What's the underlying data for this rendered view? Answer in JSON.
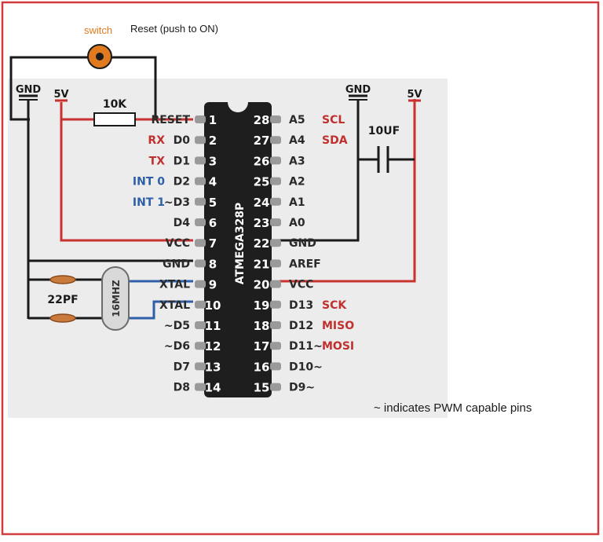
{
  "switch_label": "switch",
  "reset_label": "Reset (push to ON)",
  "resistor_label": "10K",
  "cap_label": "10UF",
  "crystal_label": "16MHZ",
  "caps_label": "22PF",
  "chip_name": "ATMEGA328P",
  "pwm_note": "~ indicates PWM capable pins",
  "power": {
    "left_gnd": "GND",
    "left_5v": "5V",
    "right_gnd": "GND",
    "right_5v": "5V"
  },
  "left_pins": [
    {
      "num": "1",
      "label": "RESET",
      "func": ""
    },
    {
      "num": "2",
      "label": "D0",
      "func": "RX"
    },
    {
      "num": "3",
      "label": "D1",
      "func": "TX"
    },
    {
      "num": "4",
      "label": "D2",
      "func": "INT 0"
    },
    {
      "num": "5",
      "label": "~D3",
      "func": "INT 1"
    },
    {
      "num": "6",
      "label": "D4",
      "func": ""
    },
    {
      "num": "7",
      "label": "VCC",
      "func": ""
    },
    {
      "num": "8",
      "label": "GND",
      "func": ""
    },
    {
      "num": "9",
      "label": "XTAL",
      "func": ""
    },
    {
      "num": "10",
      "label": "XTAL",
      "func": ""
    },
    {
      "num": "11",
      "label": "~D5",
      "func": ""
    },
    {
      "num": "12",
      "label": "~D6",
      "func": ""
    },
    {
      "num": "13",
      "label": "D7",
      "func": ""
    },
    {
      "num": "14",
      "label": "D8",
      "func": ""
    }
  ],
  "right_pins": [
    {
      "num": "28",
      "label": "A5",
      "func": "SCL"
    },
    {
      "num": "27",
      "label": "A4",
      "func": "SDA"
    },
    {
      "num": "26",
      "label": "A3",
      "func": ""
    },
    {
      "num": "25",
      "label": "A2",
      "func": ""
    },
    {
      "num": "24",
      "label": "A1",
      "func": ""
    },
    {
      "num": "23",
      "label": "A0",
      "func": ""
    },
    {
      "num": "22",
      "label": "GND",
      "func": ""
    },
    {
      "num": "21",
      "label": "AREF",
      "func": ""
    },
    {
      "num": "20",
      "label": "VCC",
      "func": ""
    },
    {
      "num": "19",
      "label": "D13",
      "func": "SCK"
    },
    {
      "num": "18",
      "label": "D12",
      "func": "MISO"
    },
    {
      "num": "17",
      "label": "D11~",
      "func": "MOSI"
    },
    {
      "num": "16",
      "label": "D10~",
      "func": ""
    },
    {
      "num": "15",
      "label": "D9~",
      "func": ""
    }
  ],
  "colors": {
    "wire_red": "#c8322f",
    "wire_blue": "#2e5fa8",
    "wire_black": "#1a1a1a",
    "func_red": "#c0302e",
    "func_blue": "#2e5fa8",
    "switch_orange": "#e07a1f",
    "border_red": "#d23b3b",
    "panel_gray": "#ececec",
    "chip_black": "#1e1e1e"
  }
}
